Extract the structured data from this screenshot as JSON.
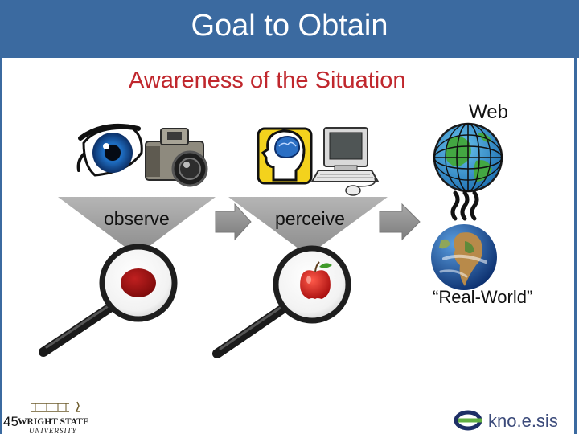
{
  "slide": {
    "title": "Goal to Obtain",
    "subtitle": "Awareness of the Situation",
    "page_number": "45"
  },
  "diagram": {
    "steps": [
      {
        "label": "observe"
      },
      {
        "label": "perceive"
      }
    ],
    "web_label": "Web",
    "real_world_label": "“Real-World”",
    "approx_symbol": "≈"
  },
  "logos": {
    "wsu_line1": "WRIGHT STATE",
    "wsu_line2": "UNIVERSITY",
    "kno_text": "kno.e.sis"
  },
  "colors": {
    "header": "#3b6aa0",
    "subtitle": "#c0272d",
    "funnel": "#9a9a9a",
    "arrow": "#8f8f8f",
    "blob": "#9b1010"
  }
}
